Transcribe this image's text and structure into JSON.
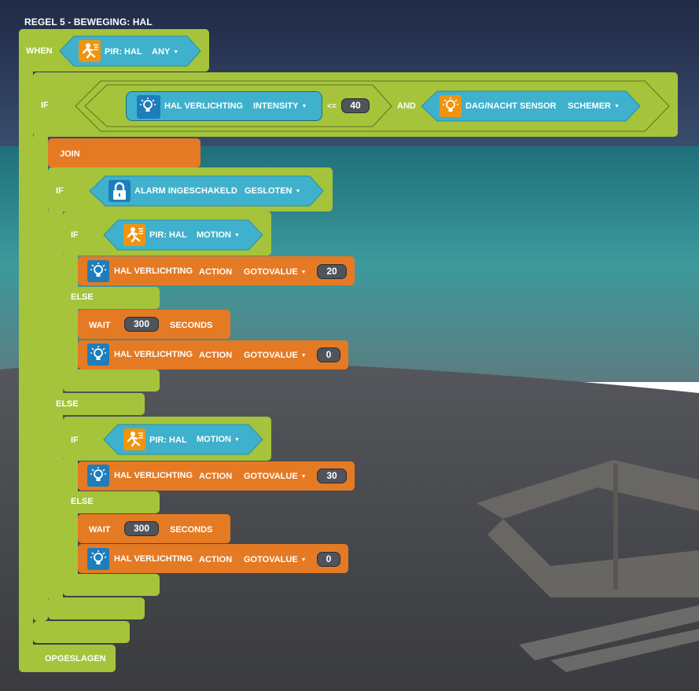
{
  "rule_title": "REGEL 5 - BEWEGING: HAL",
  "labels": {
    "when": "WHEN",
    "if": "IF",
    "else": "ELSE",
    "and": "AND",
    "join": "JOIN",
    "saved": "OPGESLAGEN",
    "wait": "WAIT",
    "seconds": "SECONDS",
    "action": "ACTION",
    "gotovalue": "GOTOVALUE",
    "lte": "<="
  },
  "when_trigger": {
    "device": "PIR: HAL",
    "value": "ANY"
  },
  "condition": {
    "left": {
      "device": "HAL VERLICHTING",
      "property": "INTENSITY",
      "operator": "<=",
      "value": "40"
    },
    "right": {
      "device": "DAG/NACHT SENSOR",
      "value": "SCHEMER"
    }
  },
  "alarm": {
    "device": "ALARM INGESCHAKELD",
    "value": "GESLOTEN"
  },
  "branch1": {
    "pir": {
      "device": "PIR: HAL",
      "value": "MOTION"
    },
    "then_action": {
      "device": "HAL VERLICHTING",
      "value": "20"
    },
    "wait": "300",
    "else_action": {
      "device": "HAL VERLICHTING",
      "value": "0"
    }
  },
  "branch2": {
    "pir": {
      "device": "PIR: HAL",
      "value": "MOTION"
    },
    "then_action": {
      "device": "HAL VERLICHTING",
      "value": "30"
    },
    "wait": "300",
    "else_action": {
      "device": "HAL VERLICHTING",
      "value": "0"
    }
  },
  "colors": {
    "green": "#a5c43b",
    "orange": "#e57a24",
    "cyan": "#3fb1cc",
    "icon_blue": "#1e7dbb",
    "icon_orange": "#f0940e"
  }
}
